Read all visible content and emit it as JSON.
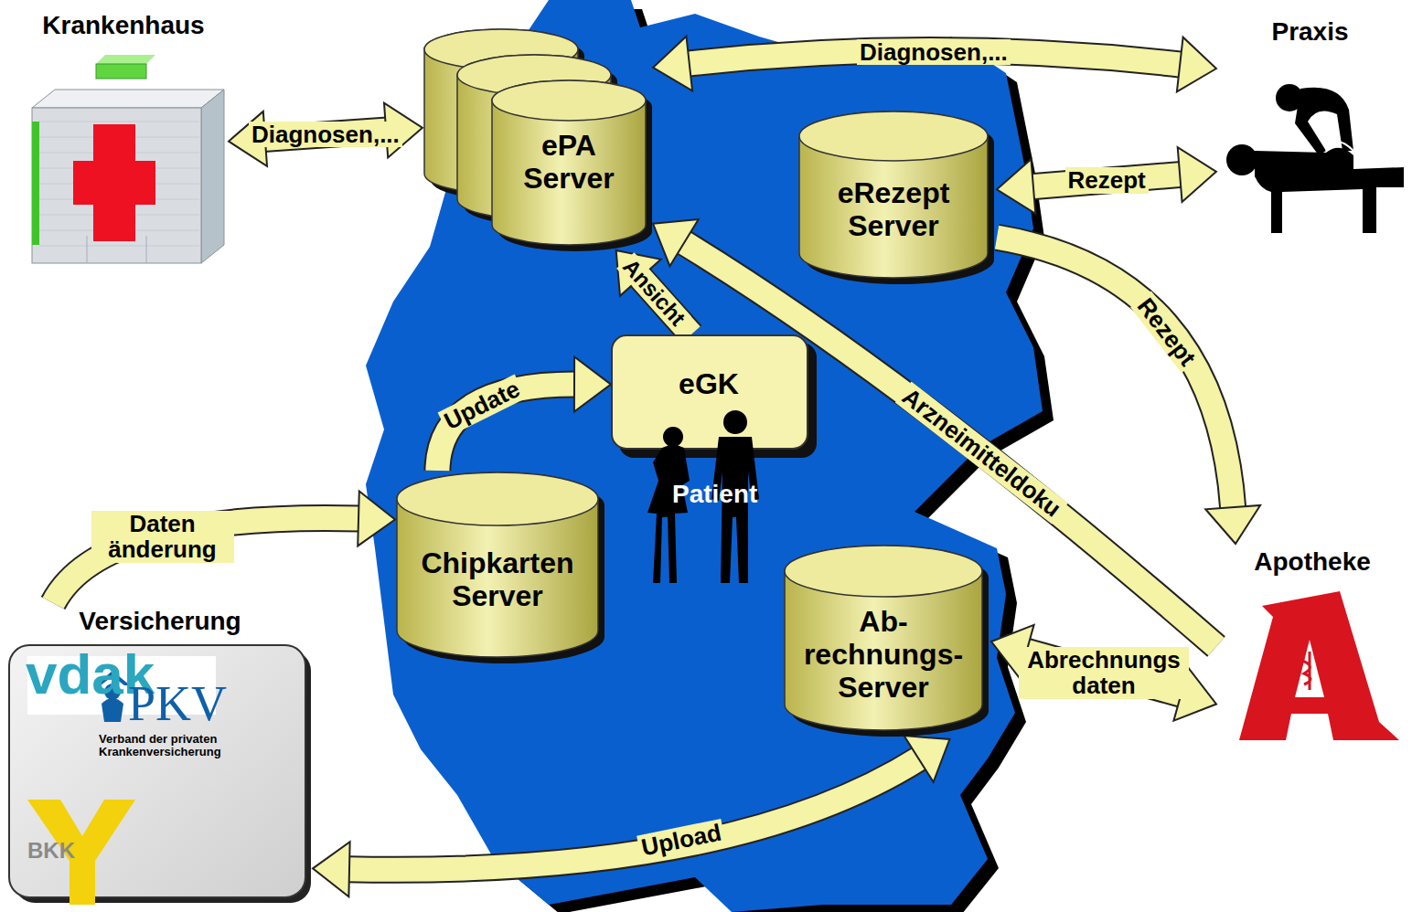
{
  "diagram": {
    "nodes": [
      {
        "text": [
          "Krankenhaus"
        ]
      },
      {
        "text": [
          "ePA Server"
        ]
      },
      {
        "text": [
          "Praxis"
        ]
      },
      {
        "text": [
          "eRezept Server"
        ]
      },
      {
        "text": [
          "eGK"
        ]
      },
      {
        "text": [
          "Chipkarten Server"
        ]
      },
      {
        "text": [
          "Versicherung"
        ]
      },
      {
        "text": [
          "Ab- rechnungs- Server"
        ]
      },
      {
        "text": [
          "Apotheke"
        ]
      }
    ],
    "edges": [
      {
        "from": 0,
        "to": 1,
        "label": "Diagnosen,...",
        "arrow": "both"
      },
      {
        "from": 2,
        "to": 1,
        "label": "Diagnosen,...",
        "arrow": "both"
      },
      {
        "from": 2,
        "to": 3,
        "label": "Rezept",
        "arrow": "both"
      },
      {
        "from": 3,
        "to": 8,
        "label": "Rezept",
        "arrow": "to"
      },
      {
        "from": 8,
        "to": 1,
        "label": "Arzneimitteldoku",
        "arrow": "to"
      },
      {
        "from": 4,
        "to": 1,
        "label": "Ansicht",
        "arrow": "to"
      },
      {
        "from": 5,
        "to": 4,
        "label": "Update",
        "arrow": "to"
      },
      {
        "from": 6,
        "to": 5,
        "label": "Daten änderung",
        "arrow": "to"
      },
      {
        "from": 8,
        "to": 7,
        "label": "Abrechnungs daten",
        "arrow": "both"
      },
      {
        "from": 6,
        "to": 7,
        "label": "Upload",
        "arrow": "both"
      }
    ],
    "labels": [
      "Patient",
      "vdak",
      "PKV",
      "Verband der privaten Krankenversicherung",
      "BKK"
    ]
  }
}
